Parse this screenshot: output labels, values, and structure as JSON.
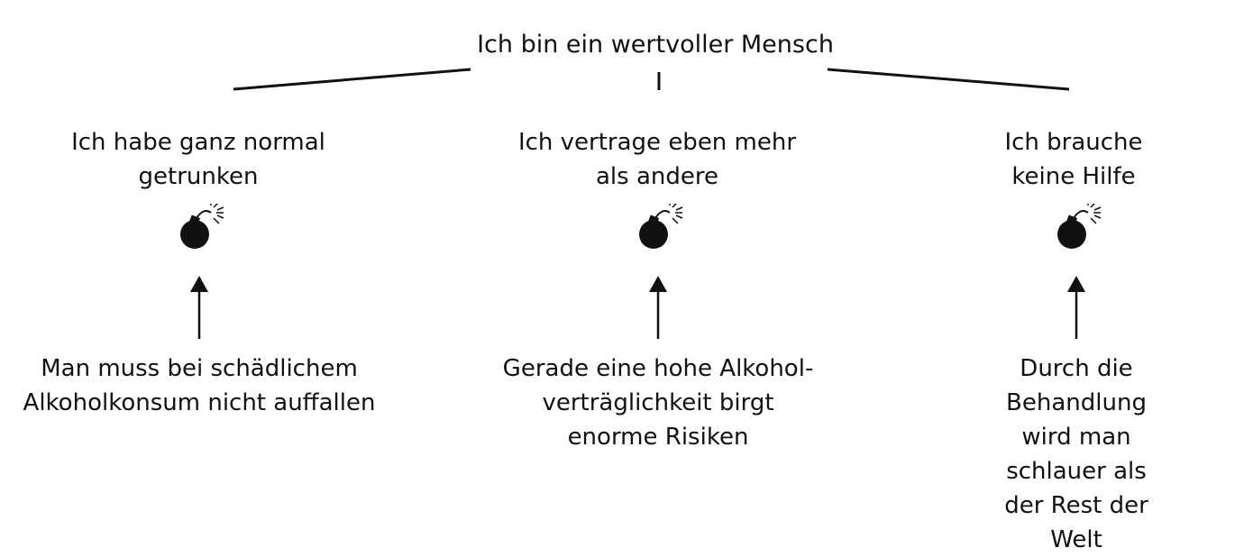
{
  "root": {
    "label": "Ich bin ein wertvoller Mensch"
  },
  "branches": [
    {
      "belief": "Ich habe ganz normal\ngetrunken",
      "bomb_icon": "bomb-icon",
      "counter": "Man muss bei schädlichem\nAlkoholkonsum nicht auffallen"
    },
    {
      "belief": "Ich vertrage eben mehr\nals andere",
      "bomb_icon": "bomb-icon",
      "counter": "Gerade eine hohe Alkohol-\nverträglichkeit birgt\nenorme Risiken"
    },
    {
      "belief": "Ich brauche keine Hilfe",
      "bomb_icon": "bomb-icon",
      "counter": "Durch die Behandlung\nwird man schlauer als\nder Rest der Welt"
    }
  ],
  "colors": {
    "ink": "#111111",
    "background": "#ffffff"
  }
}
